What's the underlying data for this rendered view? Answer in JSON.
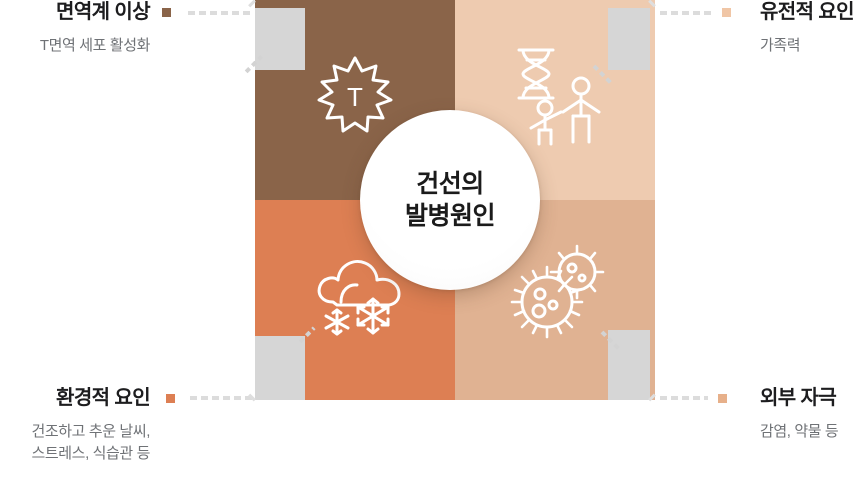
{
  "center": {
    "line1": "건선의",
    "line2": "발병원인"
  },
  "quadrants": [
    {
      "id": "immune",
      "title": "면역계 이상",
      "subtitle_lines": [
        "T면역 세포 활성화"
      ],
      "color": "#8a6449",
      "marker_color": "#8a6449",
      "icon": "tcell-icon",
      "position": "top-left"
    },
    {
      "id": "genetic",
      "title": "유전적 요인",
      "subtitle_lines": [
        "가족력"
      ],
      "color": "#eecbb0",
      "marker_color": "#f0c6a6",
      "icon": "dna-family-icon",
      "position": "top-right"
    },
    {
      "id": "environment",
      "title": "환경적 요인",
      "subtitle_lines": [
        "건조하고 추운 날씨,",
        "스트레스, 식습관 등"
      ],
      "color": "#dd7f53",
      "marker_color": "#dd7f53",
      "icon": "snow-cloud-icon",
      "position": "bottom-left"
    },
    {
      "id": "external",
      "title": "외부 자극",
      "subtitle_lines": [
        "감염, 약물 등"
      ],
      "color": "#e0b292",
      "marker_color": "#e7b08a",
      "icon": "virus-icon",
      "position": "bottom-right"
    }
  ],
  "colors": {
    "background": "#ffffff",
    "title_text": "#1d1d1f",
    "subtitle_text": "#6f7276",
    "center_text": "#1b1b1b",
    "plate": "#d6d6d6",
    "dash_line": "#dcdcdc",
    "icon_stroke": "#ffffff"
  }
}
